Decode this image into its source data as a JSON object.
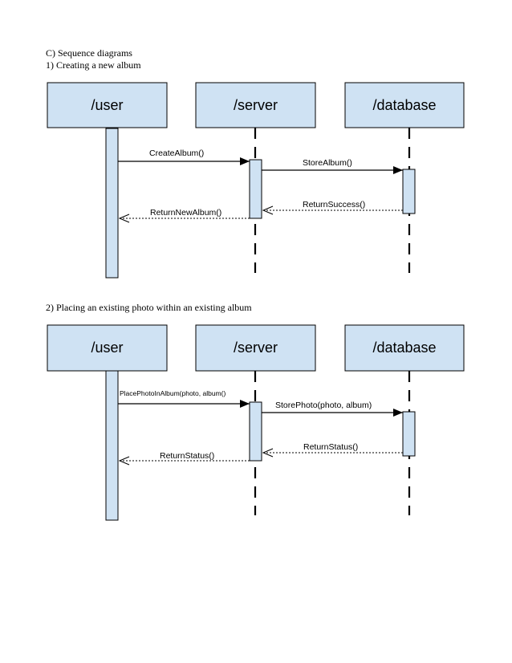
{
  "section_title": "C) Sequence diagrams",
  "colors": {
    "box_fill": "#cfe2f3",
    "stroke": "#000000"
  },
  "diagrams": [
    {
      "title": "1) Creating a new album",
      "participants": [
        "/user",
        "/server",
        "/database"
      ],
      "messages": [
        {
          "from": "/user",
          "to": "/server",
          "label": "CreateAlbum()",
          "kind": "call"
        },
        {
          "from": "/server",
          "to": "/database",
          "label": "StoreAlbum()",
          "kind": "call"
        },
        {
          "from": "/database",
          "to": "/server",
          "label": "ReturnSuccess()",
          "kind": "return"
        },
        {
          "from": "/server",
          "to": "/user",
          "label": "ReturnNewAlbum()",
          "kind": "return"
        }
      ]
    },
    {
      "title": "2)  Placing an existing photo within an existing album",
      "participants": [
        "/user",
        "/server",
        "/database"
      ],
      "messages": [
        {
          "from": "/user",
          "to": "/server",
          "label": "PlacePhotoInAlbum(photo, album()",
          "kind": "call"
        },
        {
          "from": "/server",
          "to": "/database",
          "label": "StorePhoto(photo, album)",
          "kind": "call"
        },
        {
          "from": "/database",
          "to": "/server",
          "label": "ReturnStatus()",
          "kind": "return"
        },
        {
          "from": "/server",
          "to": "/user",
          "label": "ReturnStatus()",
          "kind": "return"
        }
      ]
    }
  ]
}
